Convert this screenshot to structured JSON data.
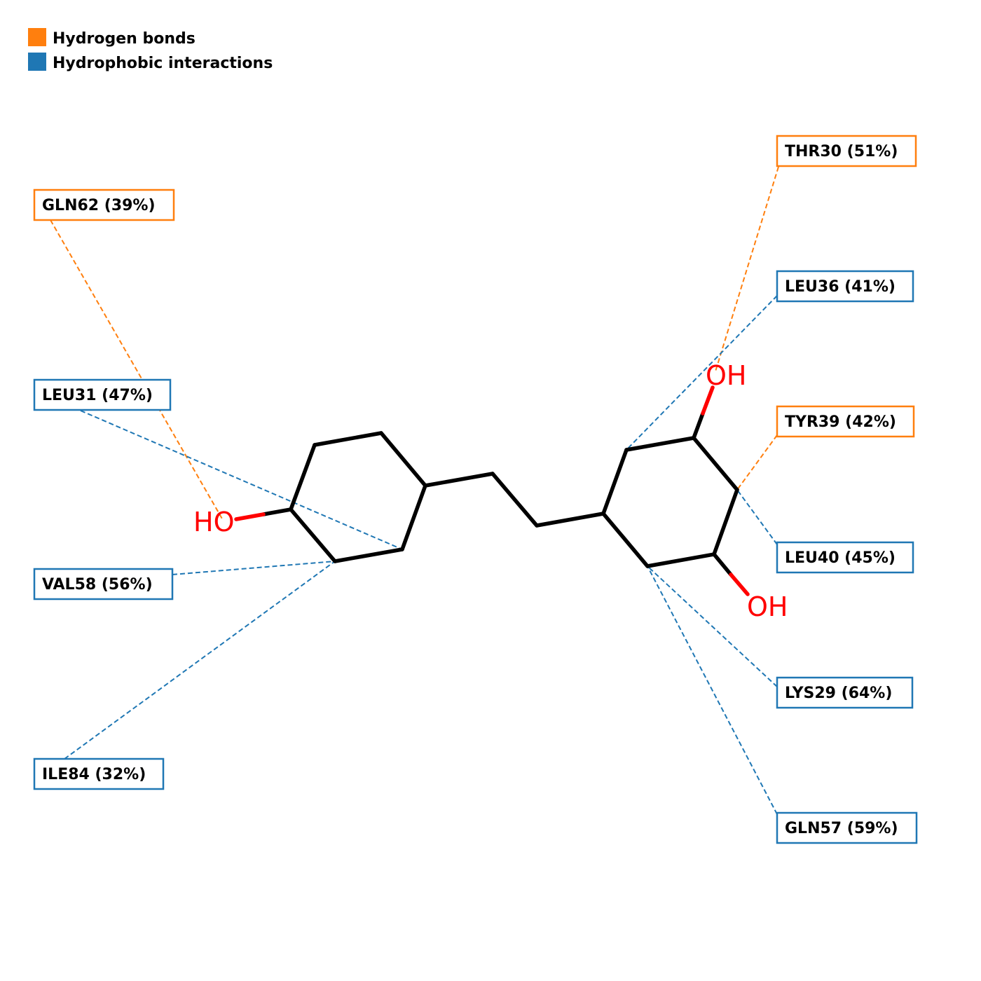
{
  "colors": {
    "hydrogen_bond": "#ff7f0e",
    "hydrophobic": "#1f77b4",
    "oxygen": "#ff0000",
    "carbon": "#000000"
  },
  "legend": {
    "hydrogen_bonds": "Hydrogen bonds",
    "hydrophobic_interactions": "Hydrophobic interactions"
  },
  "ligand": {
    "hydroxyls": [
      {
        "id": "oh-left",
        "label": "HO"
      },
      {
        "id": "oh-top-right",
        "label": "OH"
      },
      {
        "id": "oh-bottom-right",
        "label": "OH"
      }
    ]
  },
  "residues": [
    {
      "id": "thr30",
      "label": "THR30 (51%)",
      "type": "hydrogen_bond",
      "occupancy": 51
    },
    {
      "id": "gln62",
      "label": "GLN62 (39%)",
      "type": "hydrogen_bond",
      "occupancy": 39
    },
    {
      "id": "leu36",
      "label": "LEU36 (41%)",
      "type": "hydrophobic",
      "occupancy": 41
    },
    {
      "id": "leu31",
      "label": "LEU31 (47%)",
      "type": "hydrophobic",
      "occupancy": 47
    },
    {
      "id": "tyr39",
      "label": "TYR39 (42%)",
      "type": "hydrogen_bond",
      "occupancy": 42
    },
    {
      "id": "leu40",
      "label": "LEU40 (45%)",
      "type": "hydrophobic",
      "occupancy": 45
    },
    {
      "id": "val58",
      "label": "VAL58 (56%)",
      "type": "hydrophobic",
      "occupancy": 56
    },
    {
      "id": "lys29",
      "label": "LYS29 (64%)",
      "type": "hydrophobic",
      "occupancy": 64
    },
    {
      "id": "ile84",
      "label": "ILE84 (32%)",
      "type": "hydrophobic",
      "occupancy": 32
    },
    {
      "id": "gln57",
      "label": "GLN57 (59%)",
      "type": "hydrophobic",
      "occupancy": 59
    }
  ]
}
